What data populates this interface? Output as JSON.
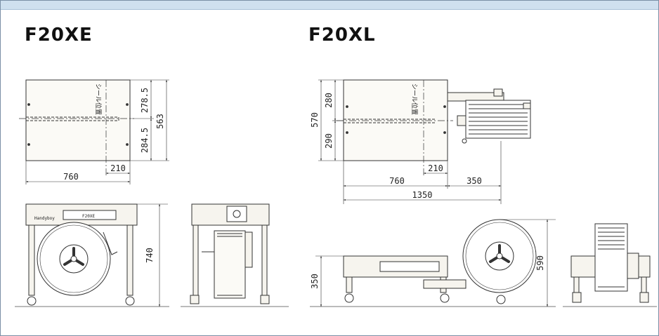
{
  "models": {
    "left": {
      "name": "F20XE",
      "dims": {
        "w760": "760",
        "w210": "210",
        "h2785": "278.5",
        "h2845": "284.5",
        "h563": "563",
        "h740": "740"
      },
      "label_side": "シール位置",
      "panel_brand": "Handyboy",
      "panel_model": "F20XE"
    },
    "right": {
      "name": "F20XL",
      "dims": {
        "w760": "760",
        "w210": "210",
        "w350": "350",
        "w1350": "1350",
        "h280": "280",
        "h290": "290",
        "h570": "570",
        "h350": "350",
        "h590": "590"
      },
      "label_side": "シール位置"
    }
  },
  "colors": {
    "line": "#333333",
    "fill": "#f6f4ee",
    "bg": "#ffffff",
    "topbar": "#cfe0ef"
  }
}
